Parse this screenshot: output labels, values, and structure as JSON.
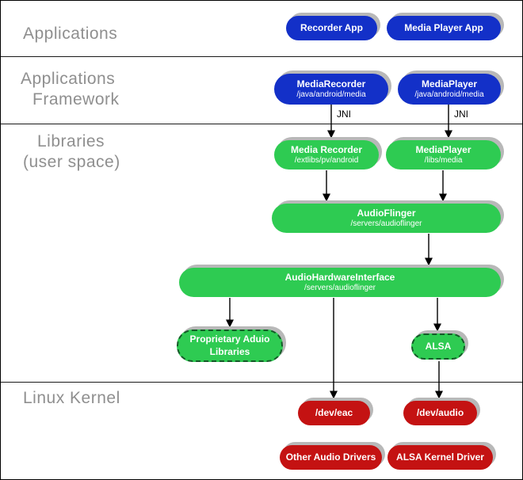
{
  "colors": {
    "framework_blue": "#1330c8",
    "library_green": "#2ecb52",
    "kernel_red": "#c41212",
    "shadow_gray": "#b8b8b8",
    "layer_label_gray": "#8f8f8f",
    "arrow_black": "#000000"
  },
  "layers": {
    "applications": {
      "line1": "Applications"
    },
    "framework": {
      "line1": "Applications",
      "line2": "Framework"
    },
    "libraries": {
      "line1": "Libraries",
      "line2": "(user space)"
    },
    "kernel": {
      "line1": "Linux Kernel"
    }
  },
  "nodes": {
    "recorder_app": {
      "title": "Recorder App"
    },
    "media_player_app": {
      "title": "Media Player App"
    },
    "media_recorder_fw": {
      "title": "MediaRecorder",
      "subtitle": "/java/android/media"
    },
    "media_player_fw": {
      "title": "MediaPlayer",
      "subtitle": "/java/android/media"
    },
    "media_recorder_lib": {
      "title": "Media Recorder",
      "subtitle": "/extlibs/pv/android"
    },
    "media_player_lib": {
      "title": "MediaPlayer",
      "subtitle": "/libs/media"
    },
    "audio_flinger": {
      "title": "AudioFlinger",
      "subtitle": "/servers/audioflinger"
    },
    "audio_hardware_interface": {
      "title": "AudioHardwareInterface",
      "subtitle": "/servers/audioflinger"
    },
    "proprietary_audio_libraries": {
      "title": "Proprietary Aduio",
      "subtitle": "Libraries"
    },
    "alsa": {
      "title": "ALSA"
    },
    "dev_eac": {
      "title": "/dev/eac"
    },
    "dev_audio": {
      "title": "/dev/audio"
    },
    "other_audio_drivers": {
      "title": "Other Audio Drivers"
    },
    "alsa_kernel_driver": {
      "title": "ALSA Kernel Driver"
    }
  },
  "edge_labels": {
    "jni_left": "JNI",
    "jni_right": "JNI"
  }
}
